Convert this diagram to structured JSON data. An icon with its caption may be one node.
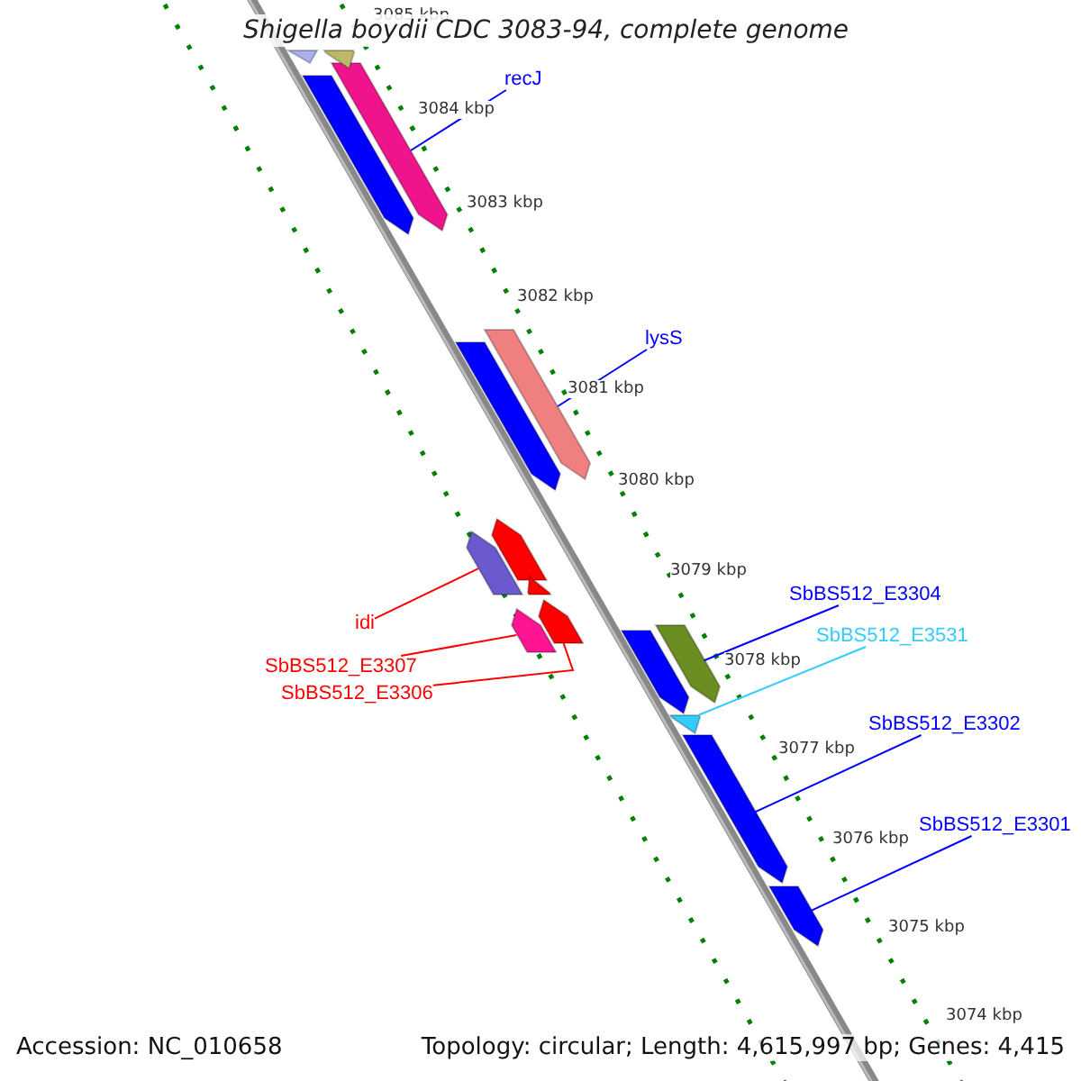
{
  "diagram": {
    "title": "Shigella boydii CDC 3083-94, complete genome",
    "nodes": [
      {
        "text": [
          "recJ"
        ]
      },
      {
        "text": [],
        "shape": "bar"
      },
      {
        "text": [
          "lysS"
        ]
      },
      {
        "text": [],
        "shape": "bar"
      },
      {
        "text": [
          "idi"
        ]
      },
      {
        "text": [],
        "shape": "bar"
      },
      {
        "text": [
          "SbBS512_E3304"
        ]
      },
      {
        "text": [],
        "shape": "bar"
      },
      {
        "text": [
          "SbBS512_E3531"
        ]
      },
      {
        "text": [],
        "shape": "bar"
      },
      {
        "text": [
          "SbBS512_E3307"
        ]
      },
      {
        "text": [],
        "shape": "bar"
      },
      {
        "text": [
          "SbBS512_E3306"
        ]
      },
      {
        "text": [],
        "shape": "bar"
      },
      {
        "text": [
          "SbBS512_E3302"
        ]
      },
      {
        "text": [],
        "shape": "bar"
      },
      {
        "text": [
          "SbBS512_E3301"
        ]
      },
      {
        "text": [],
        "shape": "bar"
      },
      {
        "text": [],
        "shape": "bar"
      },
      {
        "text": [],
        "shape": "bar"
      },
      {
        "text": [],
        "shape": "bar"
      },
      {
        "text": [],
        "shape": "bar"
      },
      {
        "text": [],
        "shape": "bar"
      },
      {
        "text": [],
        "shape": "bar"
      },
      {
        "text": [],
        "shape": "bar"
      }
    ],
    "edges": [
      {
        "from": 0,
        "to": 1,
        "arrow": "none"
      },
      {
        "from": 2,
        "to": 3,
        "arrow": "none"
      },
      {
        "from": 4,
        "to": 5,
        "arrow": "none",
        "color": "#ff0000"
      },
      {
        "from": 6,
        "to": 7,
        "arrow": "none"
      },
      {
        "from": 8,
        "to": 9,
        "arrow": "none",
        "color": "#33ccff"
      },
      {
        "from": 10,
        "to": 11,
        "arrow": "none",
        "color": "#ff0000"
      },
      {
        "from": 12,
        "to": 13,
        "arrow": "none",
        "color": "#ff0000"
      },
      {
        "from": 14,
        "to": 15,
        "arrow": "none"
      },
      {
        "from": 16,
        "to": 17,
        "arrow": "none"
      }
    ],
    "labels": [
      "3085 kbp",
      "3084 kbp",
      "3083 kbp",
      "3082 kbp",
      "3081 kbp",
      "3080 kbp",
      "3079 kbp",
      "3078 kbp",
      "3077 kbp",
      "3076 kbp",
      "3075 kbp",
      "3074 kbp",
      "Accession: NC_010658",
      "Topology: circular; Length: 4,615,997 bp; Genes: 4,415"
    ]
  }
}
